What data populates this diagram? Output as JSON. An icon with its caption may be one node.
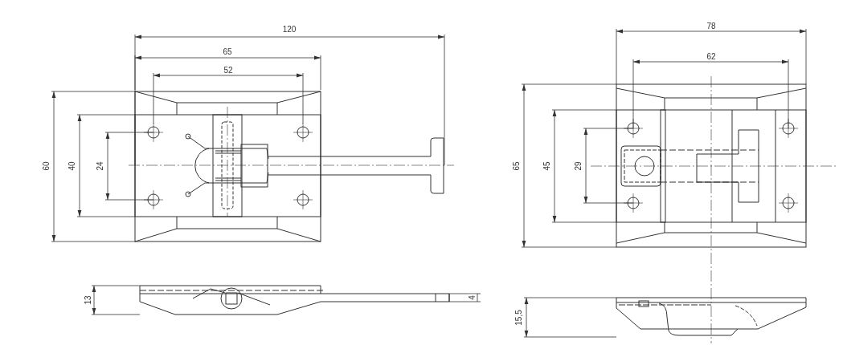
{
  "diagram": {
    "labels": [
      "120",
      "78",
      "65",
      "62",
      "52",
      "60",
      "40",
      "24",
      "65",
      "45",
      "29",
      "13",
      "4",
      "15,5"
    ]
  }
}
